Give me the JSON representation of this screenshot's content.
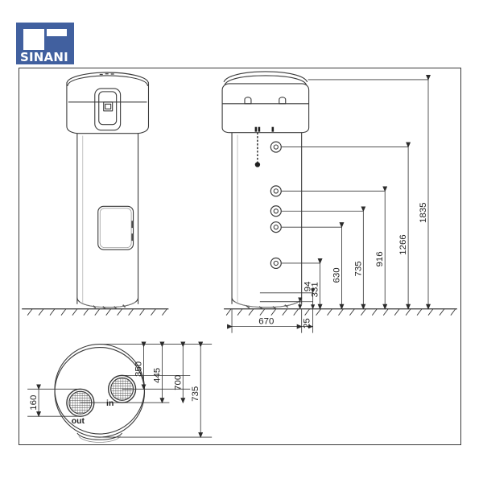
{
  "brand": {
    "logo_name": "sinani-logo",
    "logo_text": "SINANI",
    "logo_bg_color": "#41609F",
    "logo_mark_color": "#FFFFFF"
  },
  "drawing": {
    "title": "heat-pump-water-heater-dimension-drawing",
    "line_color": "#3a3a3a",
    "background": "#FFFFFF",
    "views": [
      {
        "name": "front-view",
        "label": ""
      },
      {
        "name": "side-view",
        "label": ""
      },
      {
        "name": "top-plan-view",
        "label": ""
      }
    ],
    "port_labels": {
      "out": "out",
      "in": "in"
    },
    "vertical_dimensions": [
      {
        "value": "94",
        "unit": "mm"
      },
      {
        "value": "331",
        "unit": "mm"
      },
      {
        "value": "630",
        "unit": "mm"
      },
      {
        "value": "735",
        "unit": "mm"
      },
      {
        "value": "916",
        "unit": "mm"
      },
      {
        "value": "1266",
        "unit": "mm"
      },
      {
        "value": "1835",
        "unit": "mm"
      }
    ],
    "horizontal_dimensions": [
      {
        "value": "670",
        "unit": "mm"
      },
      {
        "value": "25",
        "unit": "mm"
      }
    ],
    "plan_dimensions": [
      {
        "value": "160",
        "unit": "mm"
      },
      {
        "value": "350",
        "unit": "mm"
      },
      {
        "value": "445",
        "unit": "mm"
      },
      {
        "value": "700",
        "unit": "mm"
      },
      {
        "value": "735",
        "unit": "mm"
      }
    ],
    "dim_94": "94",
    "dim_331": "331",
    "dim_630": "630",
    "dim_735": "735",
    "dim_916": "916",
    "dim_1266": "1266",
    "dim_1835": "1835",
    "dim_670": "670",
    "dim_25": "25",
    "dim_160": "160",
    "dim_350": "350",
    "dim_445": "445",
    "dim_700": "700",
    "dim_735b": "735"
  }
}
